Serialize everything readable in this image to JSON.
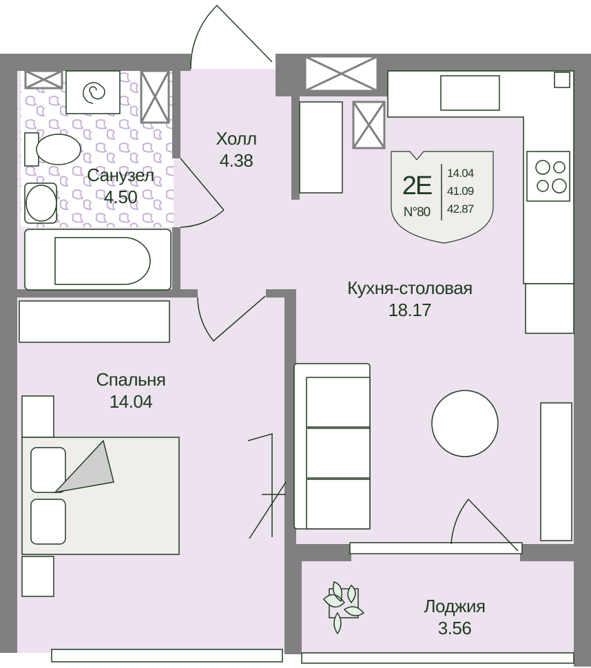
{
  "colors": {
    "wall": "#808080",
    "floor": "#ece3ee",
    "ink": "#1f3a1f",
    "tile": "#c9b3d6",
    "badge": "#efeeeb"
  },
  "rooms": [
    {
      "name": "Санузел",
      "area": "4.50"
    },
    {
      "name": "Холл",
      "area": "4.38"
    },
    {
      "name": "Кухня-столовая",
      "area": "18.17"
    },
    {
      "name": "Спальня",
      "area": "14.04"
    },
    {
      "name": "Лоджия",
      "area": "3.56"
    }
  ],
  "badge": {
    "type": "2E",
    "number": "N°80",
    "living_area": "14.04",
    "area": "41.09",
    "total_area": "42.87"
  }
}
